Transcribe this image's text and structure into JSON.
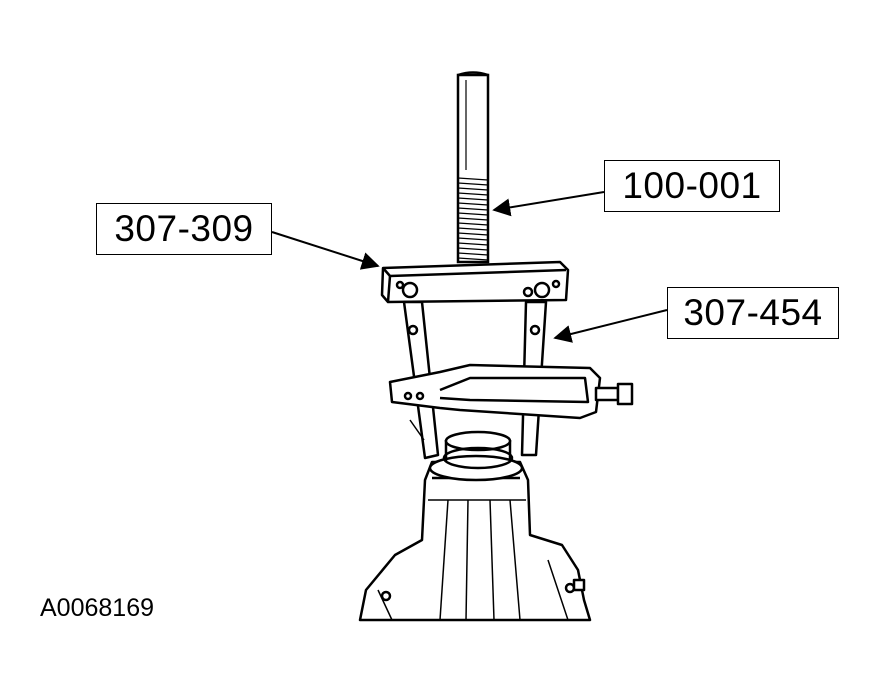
{
  "callouts": {
    "tool_top": "100-001",
    "tool_left": "307-309",
    "tool_right": "307-454"
  },
  "figure_id": "A0068169",
  "colors": {
    "line": "#000000",
    "background": "#ffffff"
  }
}
